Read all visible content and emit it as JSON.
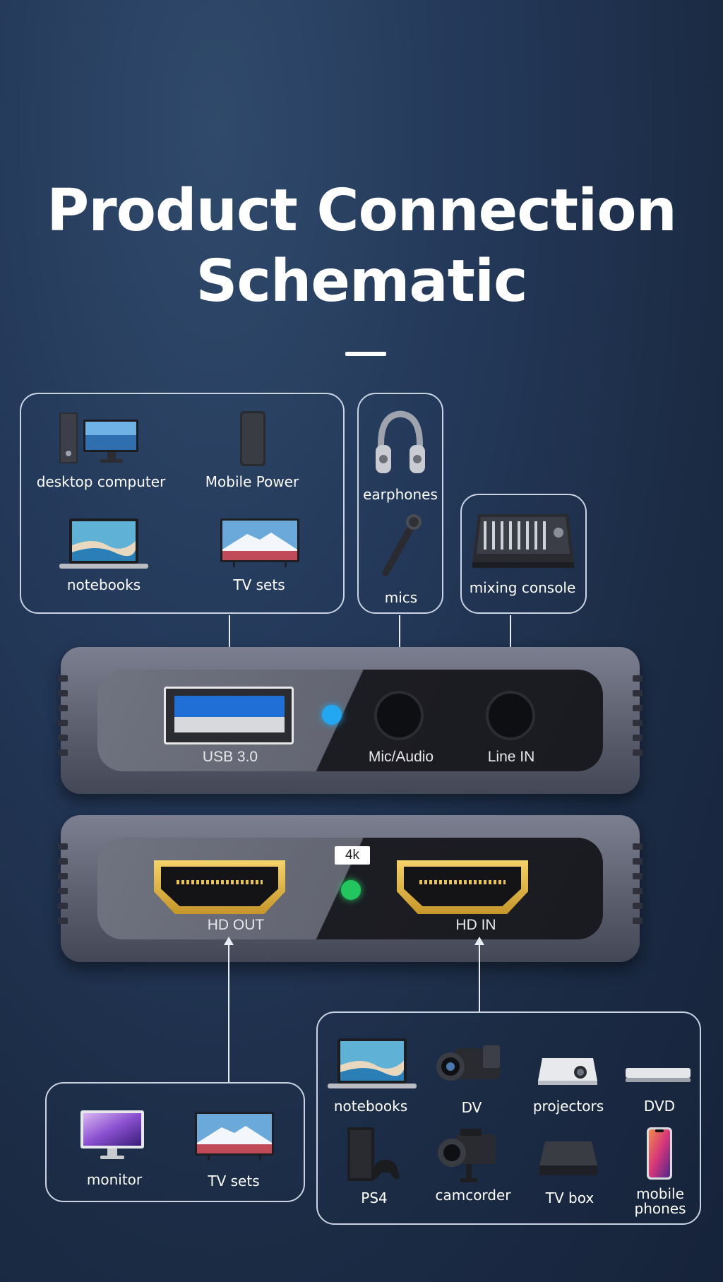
{
  "title": {
    "line1": "Product Connection",
    "line2": "Schematic"
  },
  "usb_group": {
    "items": [
      {
        "label": "desktop computer",
        "icon": "desktop-computer-icon"
      },
      {
        "label": "Mobile Power",
        "icon": "power-bank-icon"
      },
      {
        "label": "notebooks",
        "icon": "laptop-icon"
      },
      {
        "label": "TV sets",
        "icon": "tv-icon"
      }
    ]
  },
  "audio_group": {
    "items": [
      {
        "label": "earphones",
        "icon": "headphones-icon"
      },
      {
        "label": "mics",
        "icon": "microphone-icon"
      }
    ]
  },
  "line_group": {
    "items": [
      {
        "label": "mixing console",
        "icon": "mixing-console-icon"
      }
    ]
  },
  "device_top": {
    "ports": [
      {
        "label": "USB 3.0"
      },
      {
        "label": "Mic/Audio"
      },
      {
        "label": "Line IN"
      }
    ],
    "indicator_color": "#22a7f0"
  },
  "device_bottom": {
    "badge": "4k",
    "ports": [
      {
        "label": "HD OUT"
      },
      {
        "label": "HD IN"
      }
    ],
    "indicator_color": "#22c55e"
  },
  "output_group": {
    "items": [
      {
        "label": "monitor",
        "icon": "monitor-icon"
      },
      {
        "label": "TV sets",
        "icon": "tv-icon"
      }
    ]
  },
  "input_group": {
    "items": [
      {
        "label": "notebooks",
        "icon": "laptop-icon"
      },
      {
        "label": "DV",
        "icon": "video-camera-icon"
      },
      {
        "label": "projectors",
        "icon": "projector-icon"
      },
      {
        "label": "DVD",
        "icon": "dvd-player-icon"
      },
      {
        "label": "PS4",
        "icon": "game-console-icon"
      },
      {
        "label": "camcorder",
        "icon": "camcorder-icon"
      },
      {
        "label": "TV box",
        "icon": "tv-box-icon"
      },
      {
        "label": "mobile phones",
        "label_line1": "mobile",
        "label_line2": "phones",
        "icon": "smartphone-icon"
      }
    ]
  }
}
